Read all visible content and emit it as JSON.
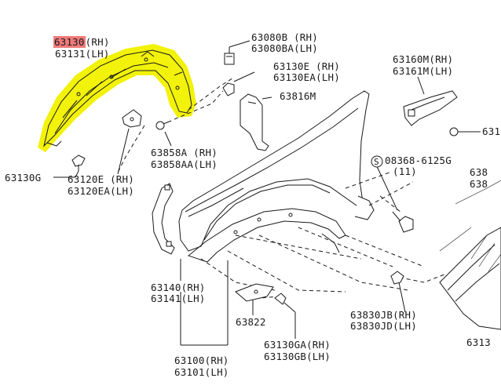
{
  "colors": {
    "highlight_yellow": "#f2f20a",
    "highlight_red": "#f07a7a",
    "line": "#1a1a1a"
  },
  "labels": {
    "p63130_rh_code": "63130",
    "p63130_rh_side": "(RH)",
    "p63131_lh": "63131(LH)",
    "p63080b_rh": "63080B (RH)",
    "p63080ba_lh": "63080BA(LH)",
    "p63130e_rh": "63130E (RH)",
    "p63130ea_lh": "63130EA(LH)",
    "p63816m": "63816M",
    "p63160m_rh": "63160M(RH)",
    "p63161m_lh": "63161M(LH)",
    "p631_right": "631",
    "p08368": "08368-6125G",
    "p08368_qty": "(11)",
    "p638_a": "638",
    "p638_b": "638",
    "p63858a_rh": "63858A (RH)",
    "p63858aa_lh": "63858AA(LH)",
    "p63130g": "63130G",
    "p63120e_rh": "63120E (RH)",
    "p63120ea_lh": "63120EA(LH)",
    "p63140_rh": "63140(RH)",
    "p63141_lh": "63141(LH)",
    "p63822": "63822",
    "p63130ga_rh": "63130GA(RH)",
    "p63130gb_lh": "63130GB(LH)",
    "p63830jb_rh": "63830JB(RH)",
    "p63830jd_lh": "63830JD(LH)",
    "p63100_rh": "63100(RH)",
    "p63101_lh": "63101(LH)",
    "p6313_bottom": "6313",
    "s_symbol": "S"
  }
}
